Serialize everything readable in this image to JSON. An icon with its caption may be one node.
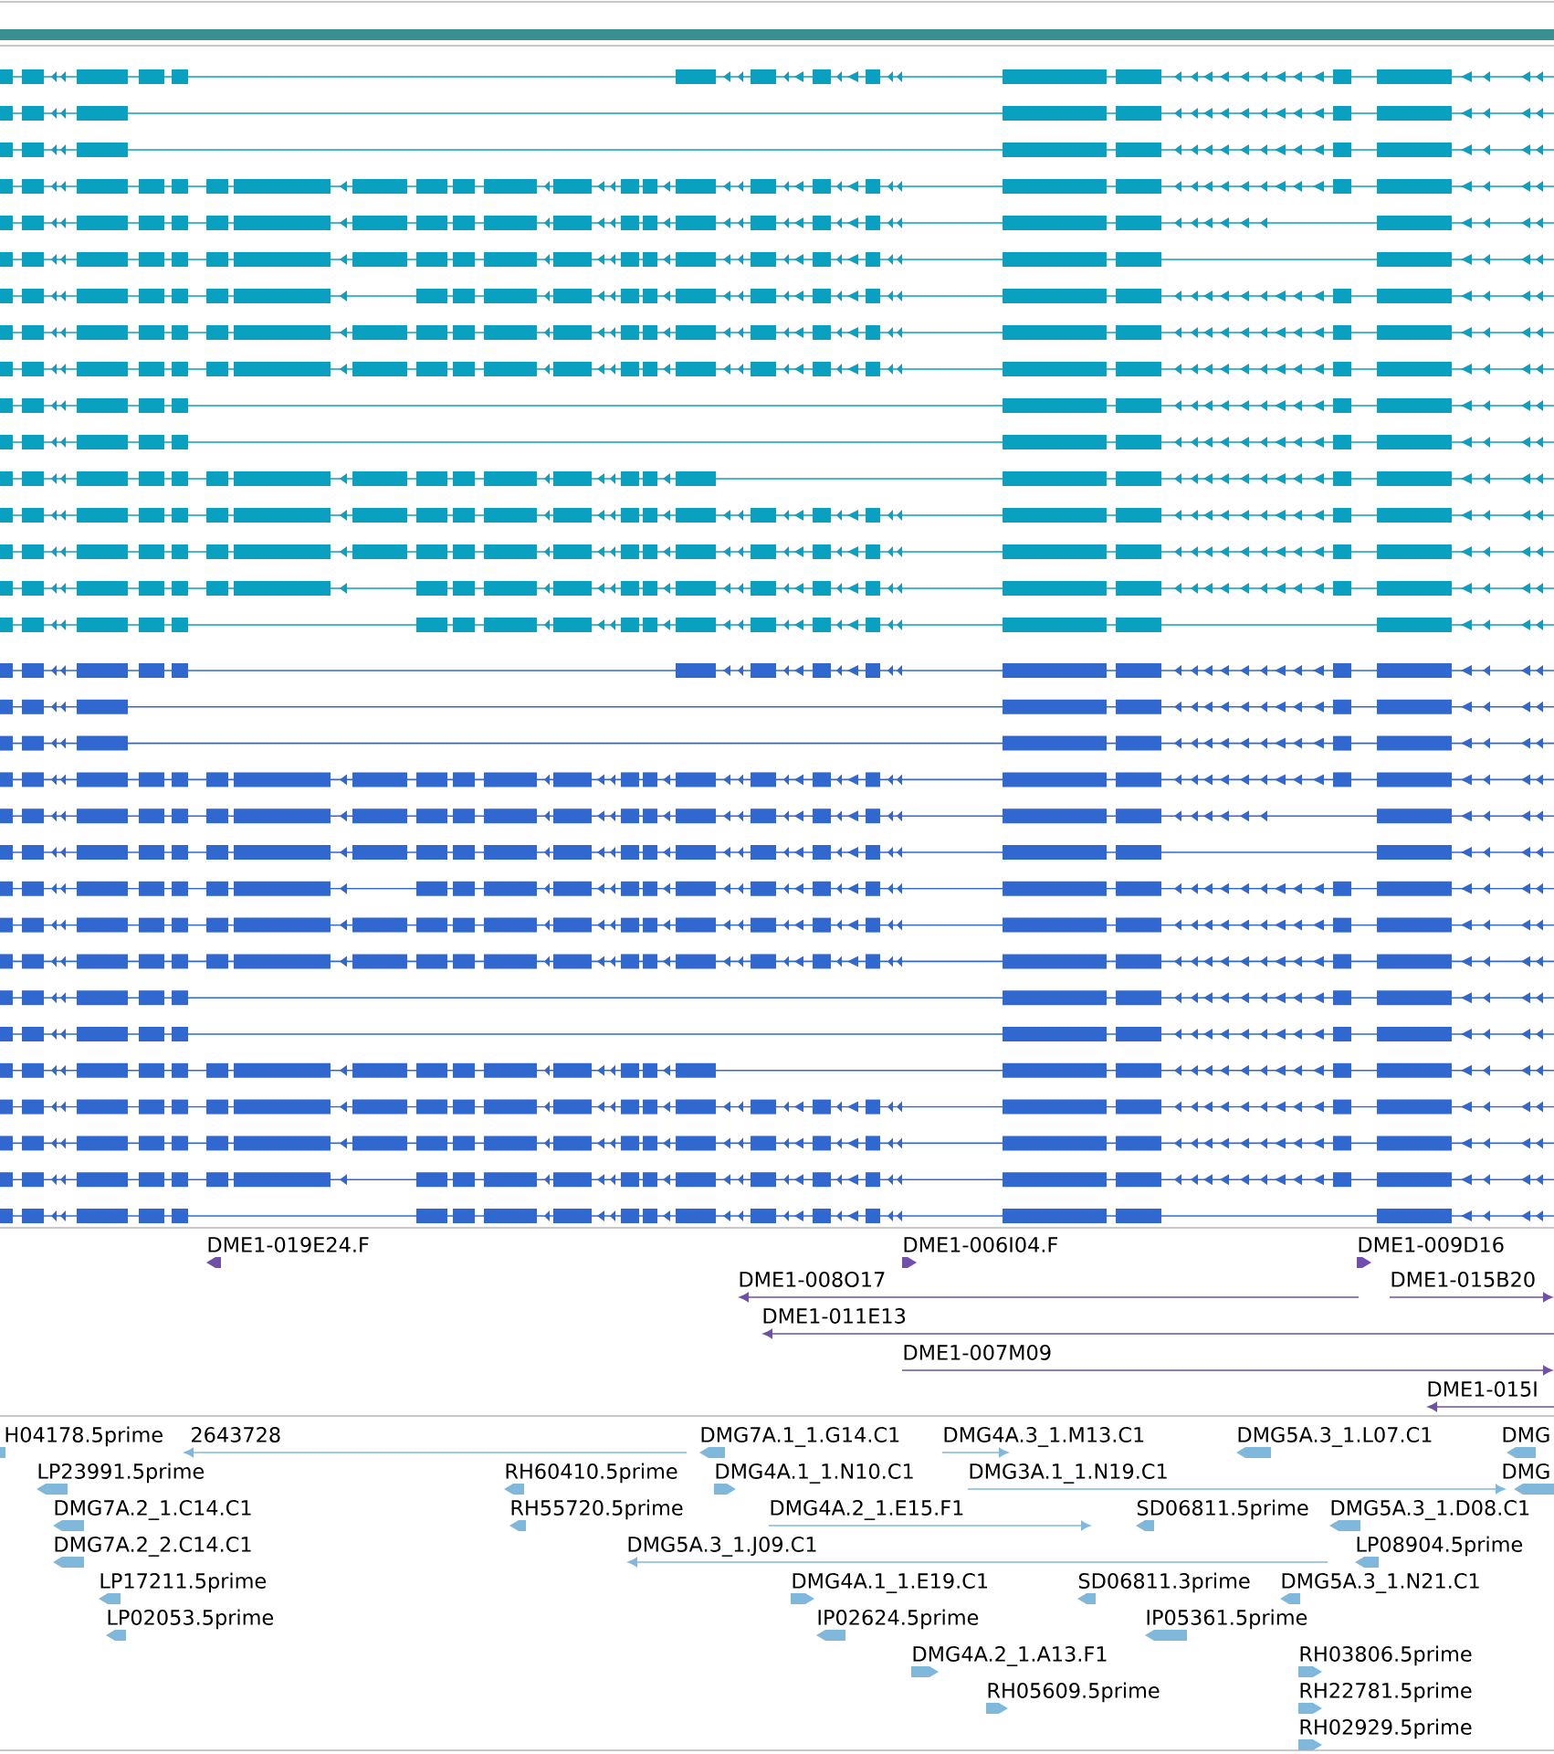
{
  "diagram": {
    "labels": [
      "DME1-019E24.F",
      "DME1-006I04.F",
      "DME1-009D16",
      "DME1-008O17",
      "DME1-015B20",
      "DME1-011E13",
      "DME1-007M09",
      "DME1-015I",
      "H04178.5prime",
      "2643728",
      "DMG7A.1_1.G14.C1",
      "DMG4A.3_1.M13.C1",
      "DMG5A.3_1.L07.C1",
      "DMG",
      "LP23991.5prime",
      "RH60410.5prime",
      "DMG4A.1_1.N10.C1",
      "DMG3A.1_1.N19.C1",
      "DMG",
      "DMG7A.2_1.C14.C1",
      "RH55720.5prime",
      "DMG4A.2_1.E15.F1",
      "SD06811.5prime",
      "DMG5A.3_1.D08.C1",
      "DMG7A.2_2.C14.C1",
      "DMG5A.3_1.J09.C1",
      "LP08904.5prime",
      "LP17211.5prime",
      "DMG4A.1_1.E19.C1",
      "SD06811.3prime",
      "DMG5A.3_1.N21.C1",
      "LP02053.5prime",
      "IP02624.5prime",
      "IP05361.5prime",
      "DMG4A.2_1.A13.F1",
      "RH03806.5prime",
      "RH05609.5prime",
      "RH22781.5prime",
      "RH02929.5prime"
    ]
  }
}
